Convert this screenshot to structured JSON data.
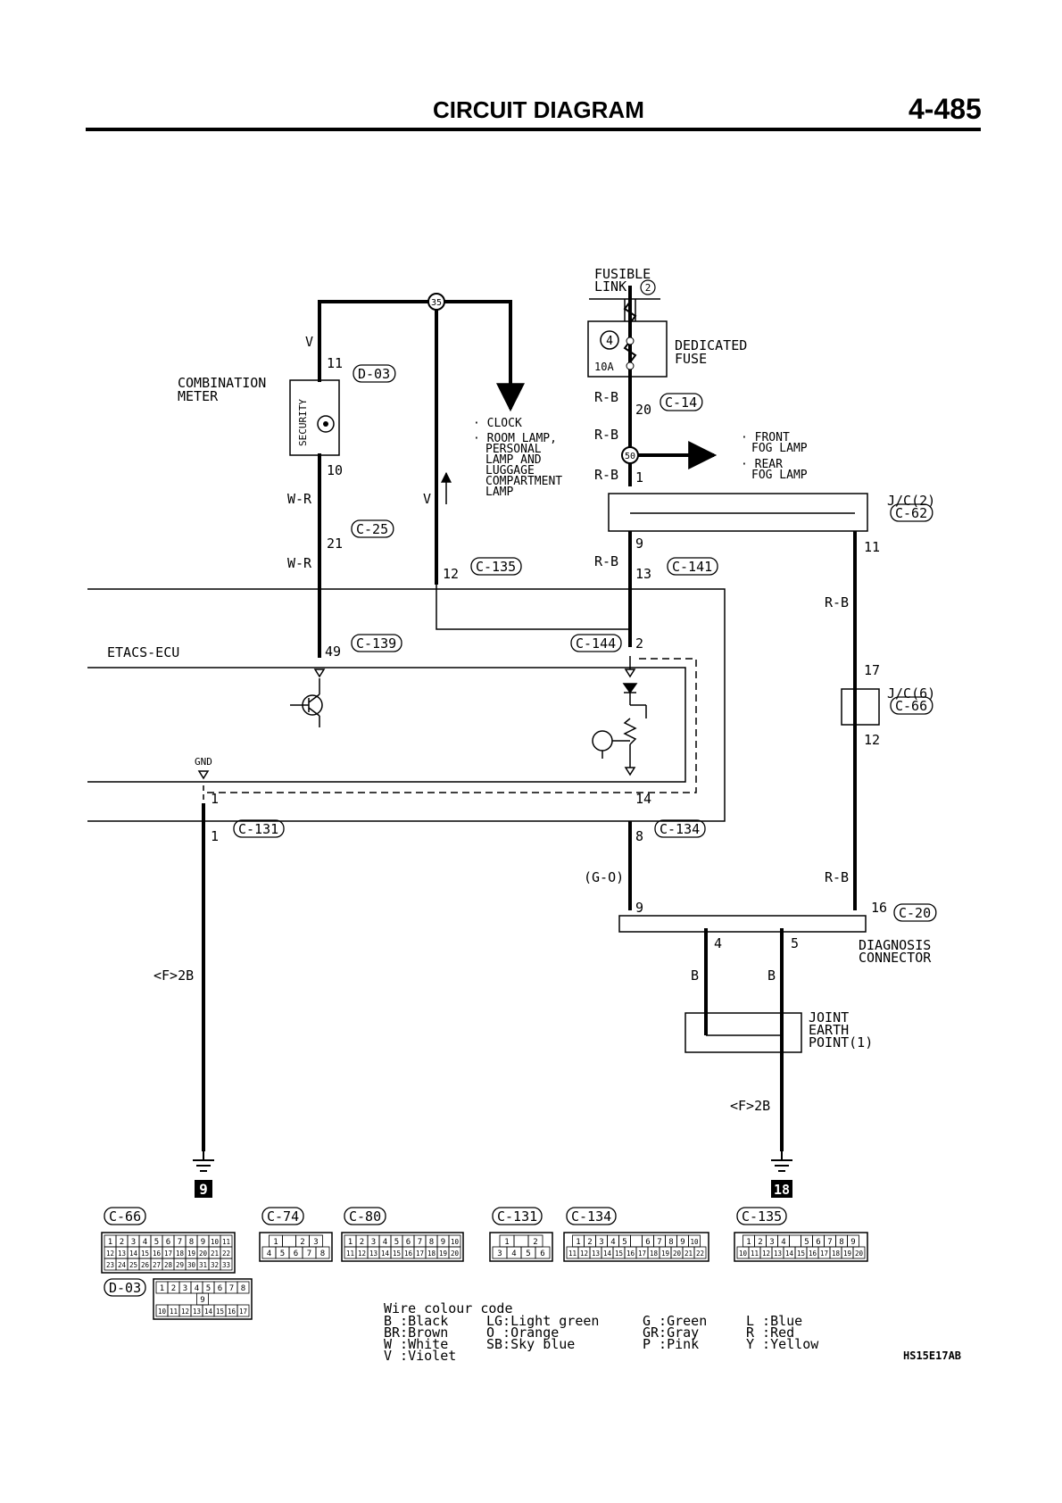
{
  "header": {
    "title": "CIRCUIT DIAGRAM",
    "page_number": "4-485"
  },
  "power": {
    "fusible_link": [
      "FUSIBLE",
      "LINK"
    ],
    "fusible_link_no": "2",
    "fuse_no": "4",
    "fuse_rating": "10A",
    "fuse_label": [
      "DEDICATED",
      "FUSE"
    ]
  },
  "splices": {
    "s35": "35",
    "s50": "50"
  },
  "components": {
    "combination_meter": [
      "COMBINATION",
      "METER"
    ],
    "security": "SECURITY",
    "etacs": "ETACS-ECU",
    "gnd": "GND",
    "jc2": "J/C(2)",
    "jc6": "J/C(6)",
    "diagnosis": [
      "DIAGNOSIS",
      "CONNECTOR"
    ],
    "joint_earth": [
      "JOINT",
      "EARTH",
      "POINT(1)"
    ]
  },
  "outputs": {
    "clock": [
      "· CLOCK",
      "· ROOM LAMP,",
      "PERSONAL",
      "LAMP AND",
      "LUGGAGE",
      "COMPARTMENT",
      "LAMP"
    ],
    "fog": [
      "· FRONT",
      "FOG LAMP",
      "· REAR",
      "FOG LAMP"
    ]
  },
  "connectors": {
    "d03": "D-03",
    "c14": "C-14",
    "c62": "C-62",
    "c25": "C-25",
    "c135": "C-135",
    "c141": "C-141",
    "c139": "C-139",
    "c144": "C-144",
    "c66": "C-66",
    "c131": "C-131",
    "c134": "C-134",
    "c20": "C-20"
  },
  "wires": {
    "v1": "V",
    "wr1": "W-R",
    "wr2": "W-R",
    "v2": "V",
    "rb1": "R-B",
    "rb2": "R-B",
    "rb3": "R-B",
    "rb4": "R-B",
    "rb5": "R-B",
    "rb6": "R-B",
    "go": "(G-O)",
    "b1": "B",
    "b2": "B",
    "f2b1": "<F>2B",
    "f2b2": "<F>2B"
  },
  "pins": {
    "p11a": "11",
    "p10": "10",
    "p21": "21",
    "p20": "20",
    "p1a": "1",
    "p9a": "9",
    "p13": "13",
    "p12a": "12",
    "p11b": "11",
    "p49": "49",
    "p2": "2",
    "p17": "17",
    "p12b": "12",
    "p1b": "1",
    "p14": "14",
    "p1c": "1",
    "p8": "8",
    "p9b": "9",
    "p16": "16",
    "p4": "4",
    "p5": "5"
  },
  "grounds": {
    "g9": "9",
    "g18": "18"
  },
  "connector_views": {
    "c66": {
      "label": "C-66",
      "rows": [
        [
          "1",
          "2",
          "3",
          "4",
          "5",
          "6",
          "7",
          "8",
          "9",
          "10",
          "11"
        ],
        [
          "12",
          "13",
          "14",
          "15",
          "16",
          "17",
          "18",
          "19",
          "20",
          "21",
          "22"
        ],
        [
          "23",
          "24",
          "25",
          "26",
          "27",
          "28",
          "29",
          "30",
          "31",
          "32",
          "33"
        ]
      ]
    },
    "c74": {
      "label": "C-74",
      "rows": [
        [
          "1",
          "",
          "2",
          "3"
        ],
        [
          "4",
          "5",
          "6",
          "7",
          "8"
        ]
      ]
    },
    "c80": {
      "label": "C-80",
      "rows": [
        [
          "1",
          "2",
          "3",
          "4",
          "5",
          "6",
          "7",
          "8",
          "9",
          "10"
        ],
        [
          "11",
          "12",
          "13",
          "14",
          "15",
          "16",
          "17",
          "18",
          "19",
          "20"
        ]
      ]
    },
    "c131": {
      "label": "C-131",
      "rows": [
        [
          "1",
          "",
          "2"
        ],
        [
          "3",
          "4",
          "5",
          "6"
        ]
      ]
    },
    "c134": {
      "label": "C-134",
      "rows": [
        [
          "1",
          "2",
          "3",
          "4",
          "5",
          "",
          "6",
          "7",
          "8",
          "9",
          "10"
        ],
        [
          "11",
          "12",
          "13",
          "14",
          "15",
          "16",
          "17",
          "18",
          "19",
          "20",
          "21",
          "22"
        ]
      ]
    },
    "c135": {
      "label": "C-135",
      "rows": [
        [
          "1",
          "2",
          "3",
          "4",
          "",
          "5",
          "6",
          "7",
          "8",
          "9"
        ],
        [
          "10",
          "11",
          "12",
          "13",
          "14",
          "15",
          "16",
          "17",
          "18",
          "19",
          "20"
        ]
      ]
    },
    "d03": {
      "label": "D-03",
      "rows": [
        [
          "1",
          "2",
          "3",
          "4",
          "5",
          "6",
          "7",
          "8"
        ],
        [
          "9"
        ],
        [
          "10",
          "11",
          "12",
          "13",
          "14",
          "15",
          "16",
          "17"
        ]
      ]
    }
  },
  "legend": {
    "title": "Wire colour code",
    "columns": [
      [
        "B :Black",
        "BR:Brown",
        "W :White",
        "V :Violet"
      ],
      [
        "LG:Light green",
        "O :Orange",
        "SB:Sky blue"
      ],
      [
        "G :Green",
        "GR:Gray",
        "P :Pink"
      ],
      [
        "L :Blue",
        "R :Red",
        "Y :Yellow"
      ]
    ]
  },
  "figure_code": "HS15E17AB"
}
